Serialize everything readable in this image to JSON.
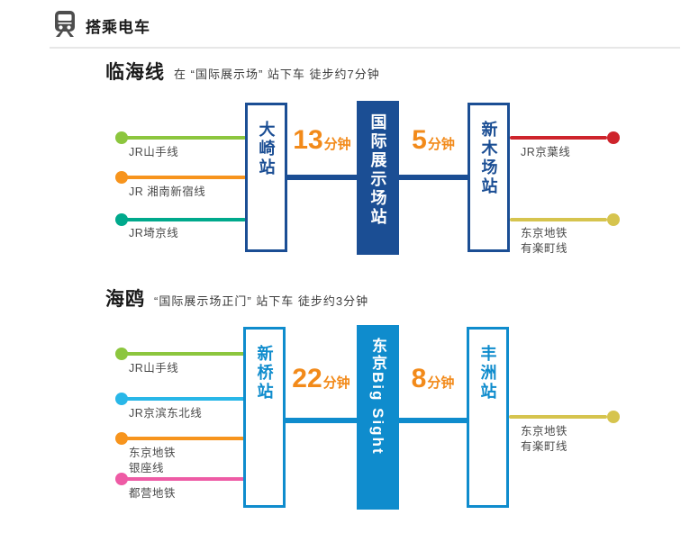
{
  "header": {
    "title": "搭乘电车"
  },
  "colors": {
    "navy": "#1b4e94",
    "bright_blue": "#0f8ccd",
    "time_orange": "#f28a1a",
    "divider_gray": "#e7e7e7",
    "label_gray": "#4a4a4a",
    "icon_gray": "#4d4d4d"
  },
  "rinkai": {
    "title": "临海线",
    "subtitle": "在 “国际展示场” 站下车 徒步约7分钟",
    "accent": "#1b4e94",
    "left_lines": [
      {
        "label": "JR山手线",
        "color": "#8cc63e"
      },
      {
        "label": "JR 湘南新宿线",
        "color": "#f7941d"
      },
      {
        "label": "JR埼京线",
        "color": "#00a98c"
      }
    ],
    "stations": {
      "left": "大崎站",
      "center": "国际展示场站",
      "right": "新木场站"
    },
    "times": [
      {
        "value": "13",
        "unit": "分钟"
      },
      {
        "value": "5",
        "unit": "分钟"
      }
    ],
    "right_lines": [
      {
        "label": "JR京葉线",
        "color": "#ce242c"
      },
      {
        "label": "东京地铁\n有楽町线",
        "color": "#d6c44e"
      }
    ]
  },
  "yurikamome": {
    "title": "海鸥",
    "subtitle": "“国际展示场正门” 站下车 徒步约3分钟",
    "accent": "#0f8ccd",
    "left_lines": [
      {
        "label": "JR山手线",
        "color": "#8cc63e"
      },
      {
        "label": "JR京滨东北线",
        "color": "#29b7e8"
      },
      {
        "label": "东京地铁\n银座线",
        "color": "#f7941d"
      },
      {
        "label": "都营地铁",
        "color": "#ee5ba5"
      }
    ],
    "stations": {
      "left": "新桥站",
      "center": "东京Big Sight",
      "right": "丰洲站"
    },
    "times": [
      {
        "value": "22",
        "unit": "分钟"
      },
      {
        "value": "8",
        "unit": "分钟"
      }
    ],
    "right_lines": [
      {
        "label": "东京地铁\n有楽町线",
        "color": "#d6c44e"
      }
    ]
  }
}
